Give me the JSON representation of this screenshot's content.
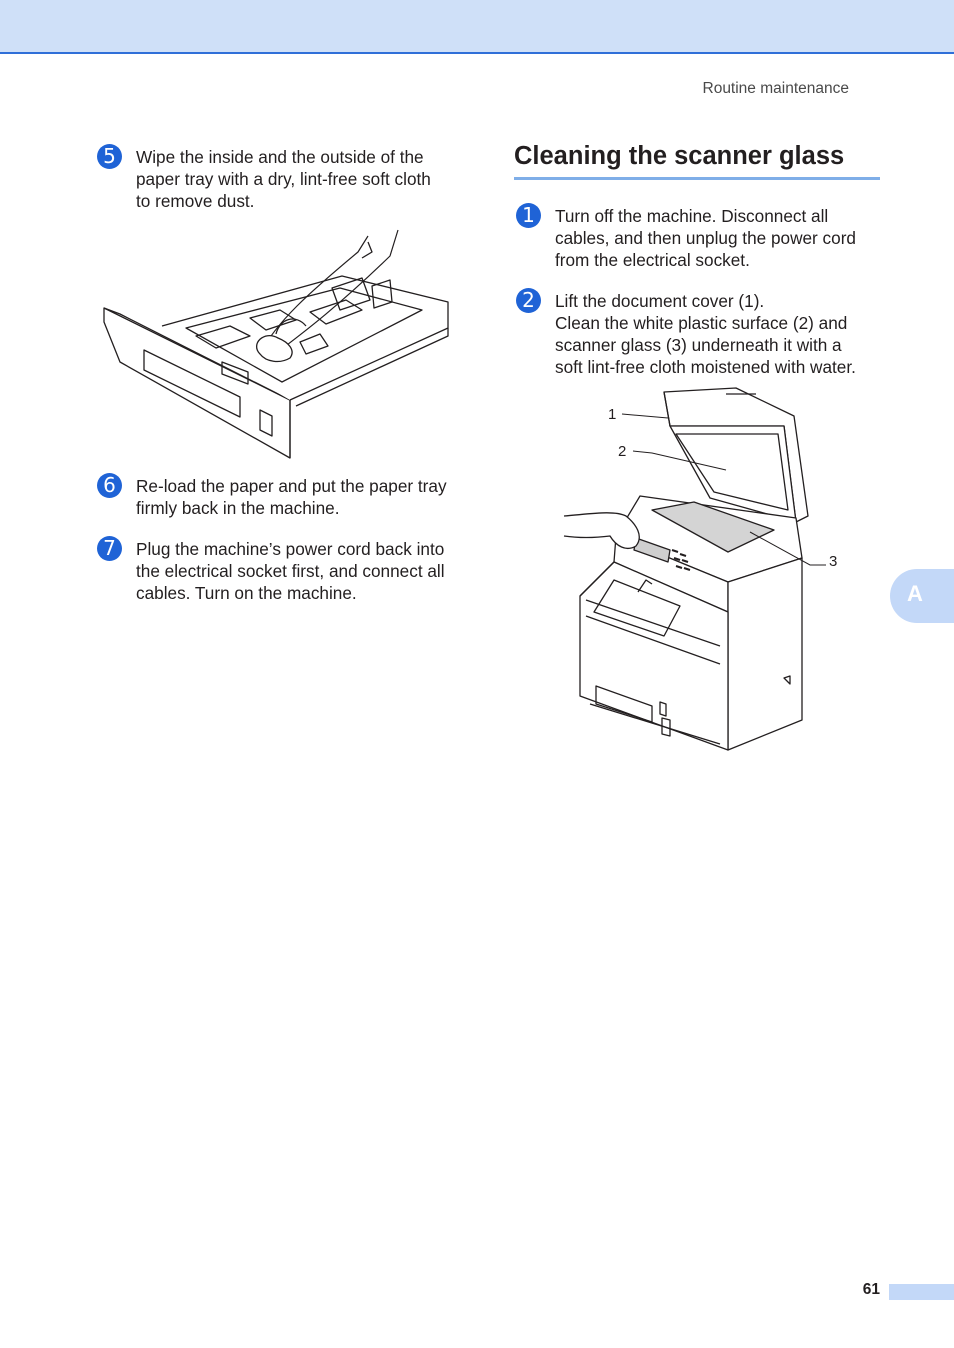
{
  "header": {
    "section_label": "Routine maintenance"
  },
  "left_steps": [
    {
      "marker": "5",
      "lines": [
        "Wipe the inside and the outside of the",
        "paper tray with a dry, lint-free soft cloth",
        "to remove dust."
      ]
    },
    {
      "marker": "6",
      "lines": [
        "Re-load the paper and put the paper tray",
        "firmly back in the machine."
      ]
    },
    {
      "marker": "7",
      "lines": [
        "Plug the machine’s power cord back into",
        "the electrical socket first, and connect all",
        "cables. Turn on the machine."
      ]
    }
  ],
  "section": {
    "title": "Cleaning the scanner glass",
    "steps": [
      {
        "marker": "1",
        "lines": [
          "Turn off the machine. Disconnect all",
          "cables, and then unplug the power cord",
          "from the electrical socket."
        ]
      },
      {
        "marker": "2",
        "lines": [
          "Lift the document cover (1).",
          "Clean the white plastic surface (2) and",
          "scanner glass (3) underneath it with a",
          "soft lint-free cloth moistened with water."
        ]
      }
    ],
    "callouts": [
      "1",
      "2",
      "3"
    ]
  },
  "side_tab": {
    "letter": "A"
  },
  "footer": {
    "page_number": "61"
  },
  "colors": {
    "accent": "#1f63d6",
    "header_bar": "#cfe0f8",
    "tab": "#c3d8f8",
    "rule": "#7faee8"
  }
}
